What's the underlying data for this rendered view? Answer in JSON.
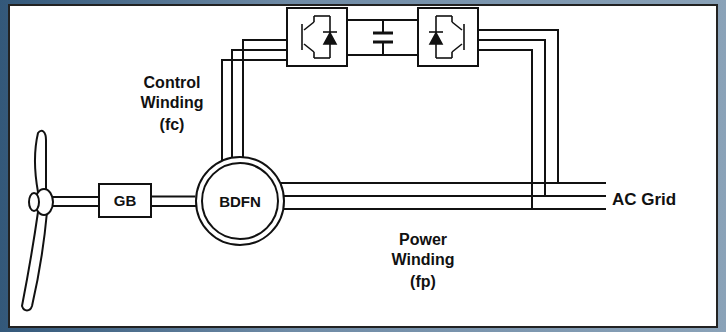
{
  "diagram": {
    "nodes": [
      {
        "text": [
          "GB"
        ]
      },
      {
        "text": [
          "BDFN"
        ]
      }
    ],
    "edges": [
      {
        "from": 0,
        "to": 1,
        "arrow": "none"
      }
    ],
    "labels": [
      "Control Winding",
      "(fc)",
      "Power Winding",
      "(fp)",
      "AC Grid"
    ]
  }
}
